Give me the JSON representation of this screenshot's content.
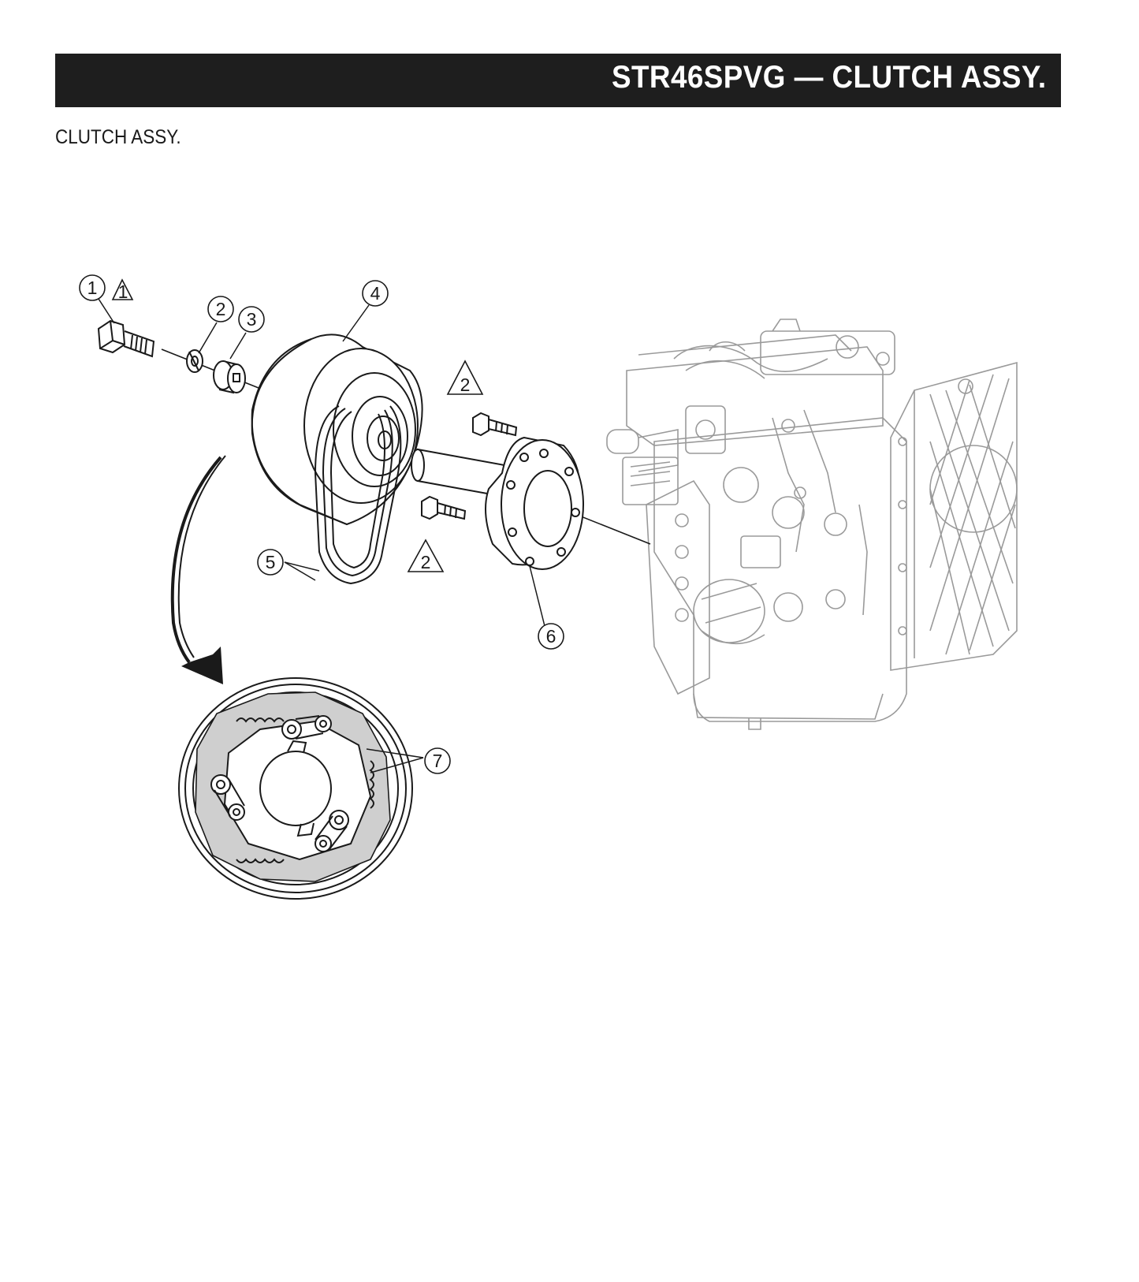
{
  "header": {
    "title": "STR46SPVG — CLUTCH  ASSY."
  },
  "section": {
    "title": "CLUTCH ASSY."
  },
  "callouts": {
    "c1": "1",
    "c2": "2",
    "c3": "3",
    "c4": "4",
    "c5": "5",
    "c6": "6",
    "c7": "7"
  },
  "warnings": {
    "w1": "1",
    "w2a": "2",
    "w2b": "2"
  },
  "colors": {
    "header_bg": "#1e1e1e",
    "line": "#1a1a1a",
    "engine_line": "#9a9a9a",
    "shoe_fill": "#cfcfcf"
  }
}
